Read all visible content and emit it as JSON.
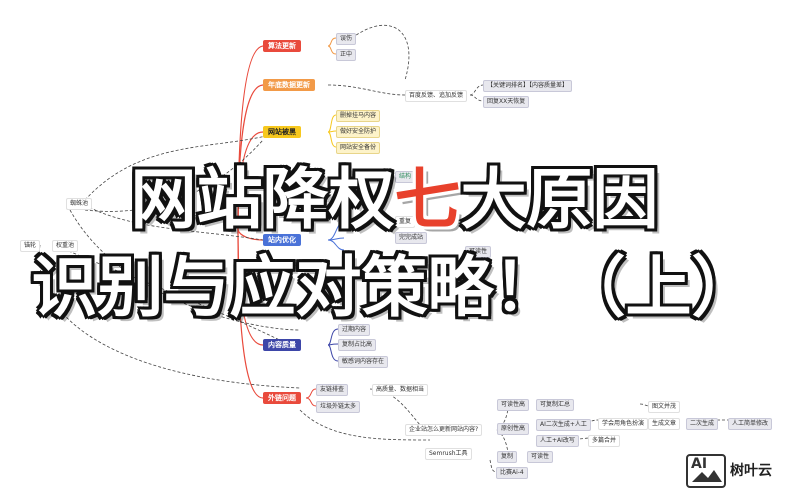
{
  "title": {
    "line1_a": "网站降权",
    "line1_red": "七",
    "line1_b": "大原因",
    "line2": "识别与应对策略！（上）"
  },
  "brand": {
    "logo_text": "AI",
    "name": "树叶云"
  },
  "colors": {
    "red": "#e94a3c",
    "orange": "#f29a48",
    "yellow": "#f7c81e",
    "blue": "#4a72d8",
    "indigo": "#3d46a8"
  },
  "branches": {
    "algo": "算法更新",
    "yearend": "年底数据更新",
    "hacked": "网站被黑",
    "onsite": "站内优化",
    "content": "内容质量",
    "links": "外链问题"
  },
  "algo_children": [
    "误伤",
    "正中"
  ],
  "hacked_children": [
    "删掉挂马内容",
    "做好安全防护",
    "网站安全备份"
  ],
  "content_children": [
    "过期内容",
    "复制占比高",
    "敏感词内容存在"
  ],
  "links_children": [
    "友链排查",
    "垃圾外链太多"
  ],
  "yearend_notes": {
    "feedback": "百度反馈、追加反馈",
    "keyword": "【关键词排名】【内容质量差】",
    "recover": "回复XX天恢复"
  },
  "left_nodes": {
    "spider": "蜘蛛池",
    "anchor": "锚轮",
    "weight": "权重池"
  },
  "onsite_fragments": {
    "f1": "结构",
    "f2": "重复",
    "f3": "完完成站",
    "f4": "可读性"
  },
  "link_notes": {
    "highq": "高质量、数据相当"
  },
  "bottom": {
    "question": "企业站怎么更新网站内容?",
    "readability": "可读性高",
    "copy_summary": "可复制汇总",
    "original": "原创性高",
    "ai_gen": "AI二次生成+人工",
    "plus": "+",
    "role": "学会用角色扮演",
    "gen_article": "生成文章",
    "second_gen": "二次生成",
    "manual": "人工简单修改",
    "image": "图文并茂",
    "human_ai": "人工+AI改写",
    "merge": "多篇合并",
    "copy": "复制",
    "readable2": "可读性",
    "semrush": "Semrush工具",
    "claude": "比赛Ai-4"
  }
}
